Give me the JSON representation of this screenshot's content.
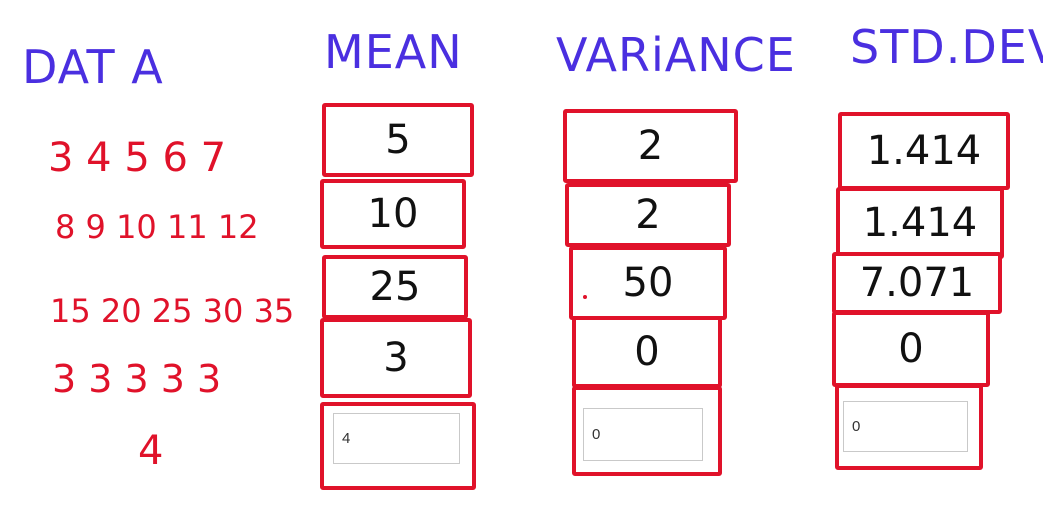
{
  "headers": {
    "data": "DAT A",
    "mean": "MEAN",
    "variance": "VARiANCE",
    "std": "STD.DEV"
  },
  "rows": [
    {
      "data": "3  4  5  6  7",
      "mean": "5",
      "variance": "2",
      "std": "1.414"
    },
    {
      "data": "8  9  10  11  12",
      "mean": "10",
      "variance": "2",
      "std": "1.414"
    },
    {
      "data": "15 20 25 30 35",
      "mean": "25",
      "variance": "50",
      "std": "7.071"
    },
    {
      "data": "3  3  3  3  3",
      "mean": "3",
      "variance": "0",
      "std": "0"
    }
  ],
  "last_row": {
    "data": "4",
    "mean_input_value": "4",
    "variance_input_value": "0",
    "std_input_value": "0"
  },
  "colors": {
    "ink_blue": "#4a2fe0",
    "ink_red": "#e0122a",
    "ink_black": "#111111"
  }
}
